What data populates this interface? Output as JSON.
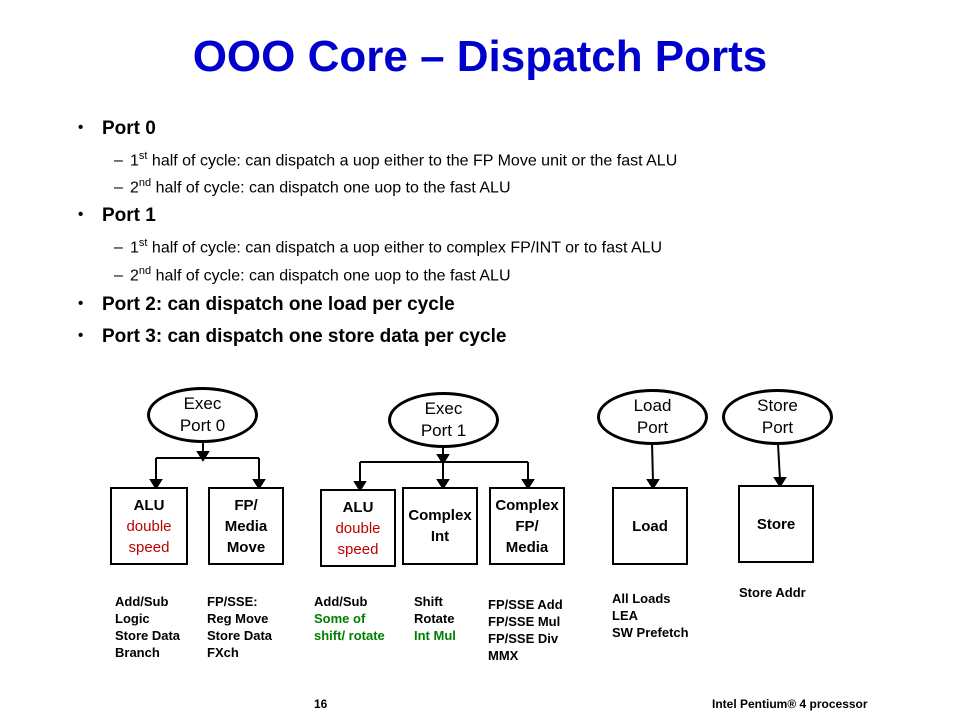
{
  "title": "OOO Core – Dispatch Ports",
  "bullets": [
    {
      "label": "Port 0",
      "subs": [
        {
          "ord": "1",
          "sup": "st",
          "text": " half of cycle: can dispatch a uop either to the FP Move unit or the fast ALU"
        },
        {
          "ord": "2",
          "sup": "nd",
          "text": " half of cycle: can dispatch one uop to the fast ALU"
        }
      ]
    },
    {
      "label": "Port 1",
      "subs": [
        {
          "ord": "1",
          "sup": "st",
          "text": " half of cycle: can dispatch a uop either to complex FP/INT or to fast ALU"
        },
        {
          "ord": "2",
          "sup": "nd",
          "text": " half of cycle: can dispatch one uop to the fast ALU"
        }
      ]
    },
    {
      "label": "Port 2: can dispatch one load per cycle"
    },
    {
      "label": "Port 3: can dispatch one store data per cycle"
    }
  ],
  "bullet_glyph": "•",
  "dash_glyph": "–",
  "diagram": {
    "ports": {
      "exec0": {
        "line1": "Exec",
        "line2": "Port 0"
      },
      "exec1": {
        "line1": "Exec",
        "line2": "Port 1"
      },
      "load": {
        "line1": "Load",
        "line2": "Port"
      },
      "store": {
        "line1": "Store",
        "line2": "Port"
      }
    },
    "units": {
      "alu0": {
        "l1": "ALU",
        "l2": "double",
        "l3": "speed"
      },
      "fpmove": {
        "l1": "FP/",
        "l2": "Media",
        "l3": "Move"
      },
      "alu1": {
        "l1": "ALU",
        "l2": "double",
        "l3": "speed"
      },
      "cint": {
        "l1": "Complex",
        "l2": "Int"
      },
      "cfp": {
        "l1": "Complex",
        "l2": "FP/",
        "l3": "Media"
      },
      "load": {
        "l1": "Load"
      },
      "store": {
        "l1": "Store"
      }
    },
    "notes": {
      "alu0": [
        "Add/Sub",
        "Logic",
        "Store Data",
        "Branch"
      ],
      "fpmove": [
        "FP/SSE:",
        "Reg Move",
        "Store Data",
        "FXch"
      ],
      "alu1": [
        "Add/Sub",
        "Some of",
        "shift/ rotate"
      ],
      "cint": [
        "Shift",
        "Rotate",
        "Int Mul"
      ],
      "cfp": [
        "FP/SSE Add",
        "FP/SSE Mul",
        "FP/SSE Div",
        "MMX"
      ],
      "load": [
        "All Loads",
        "LEA",
        "SW Prefetch"
      ],
      "store": [
        "Store Addr"
      ]
    }
  },
  "footer": {
    "page": "16",
    "right": "Intel Pentium® 4 processor"
  },
  "colors": {
    "title": "#0000cc",
    "red": "#c00000",
    "green": "#008000"
  }
}
